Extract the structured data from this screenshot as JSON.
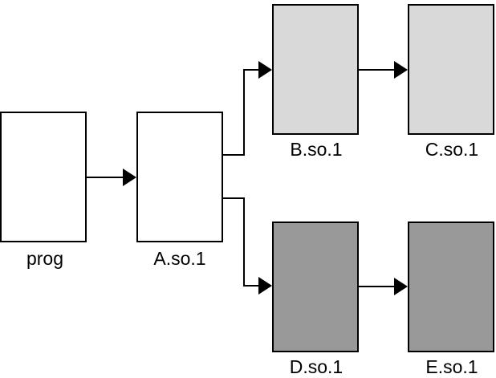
{
  "diagram": {
    "colors": {
      "white_box": "#ffffff",
      "light_gray_box": "#d9d9d9",
      "dark_gray_box": "#999999",
      "line": "#000000"
    },
    "nodes": {
      "prog": {
        "label": "prog",
        "fill": "white"
      },
      "a_so_1": {
        "label": "A.so.1",
        "fill": "white"
      },
      "b_so_1": {
        "label": "B.so.1",
        "fill": "light-gray"
      },
      "c_so_1": {
        "label": "C.so.1",
        "fill": "light-gray"
      },
      "d_so_1": {
        "label": "D.so.1",
        "fill": "dark-gray"
      },
      "e_so_1": {
        "label": "E.so.1",
        "fill": "dark-gray"
      }
    },
    "edges": [
      {
        "from": "prog",
        "to": "A.so.1"
      },
      {
        "from": "A.so.1",
        "to": "B.so.1"
      },
      {
        "from": "B.so.1",
        "to": "C.so.1"
      },
      {
        "from": "A.so.1",
        "to": "D.so.1"
      },
      {
        "from": "D.so.1",
        "to": "E.so.1"
      }
    ]
  }
}
